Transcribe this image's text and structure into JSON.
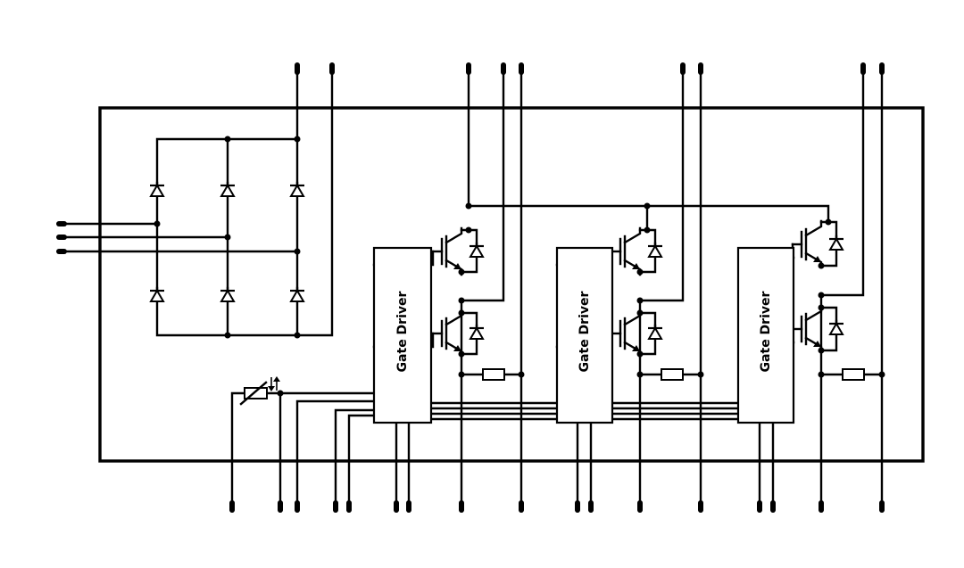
{
  "gate_drivers": [
    {
      "label": "Gate Driver"
    },
    {
      "label": "Gate Driver"
    },
    {
      "label": "Gate Driver"
    }
  ],
  "colors": {
    "ink": "#000000",
    "background": "#ffffff"
  },
  "icons": [
    "diode-icon",
    "igbt-icon",
    "resistor-icon",
    "thermistor-icon",
    "junction-dot-icon",
    "pin-icon"
  ]
}
